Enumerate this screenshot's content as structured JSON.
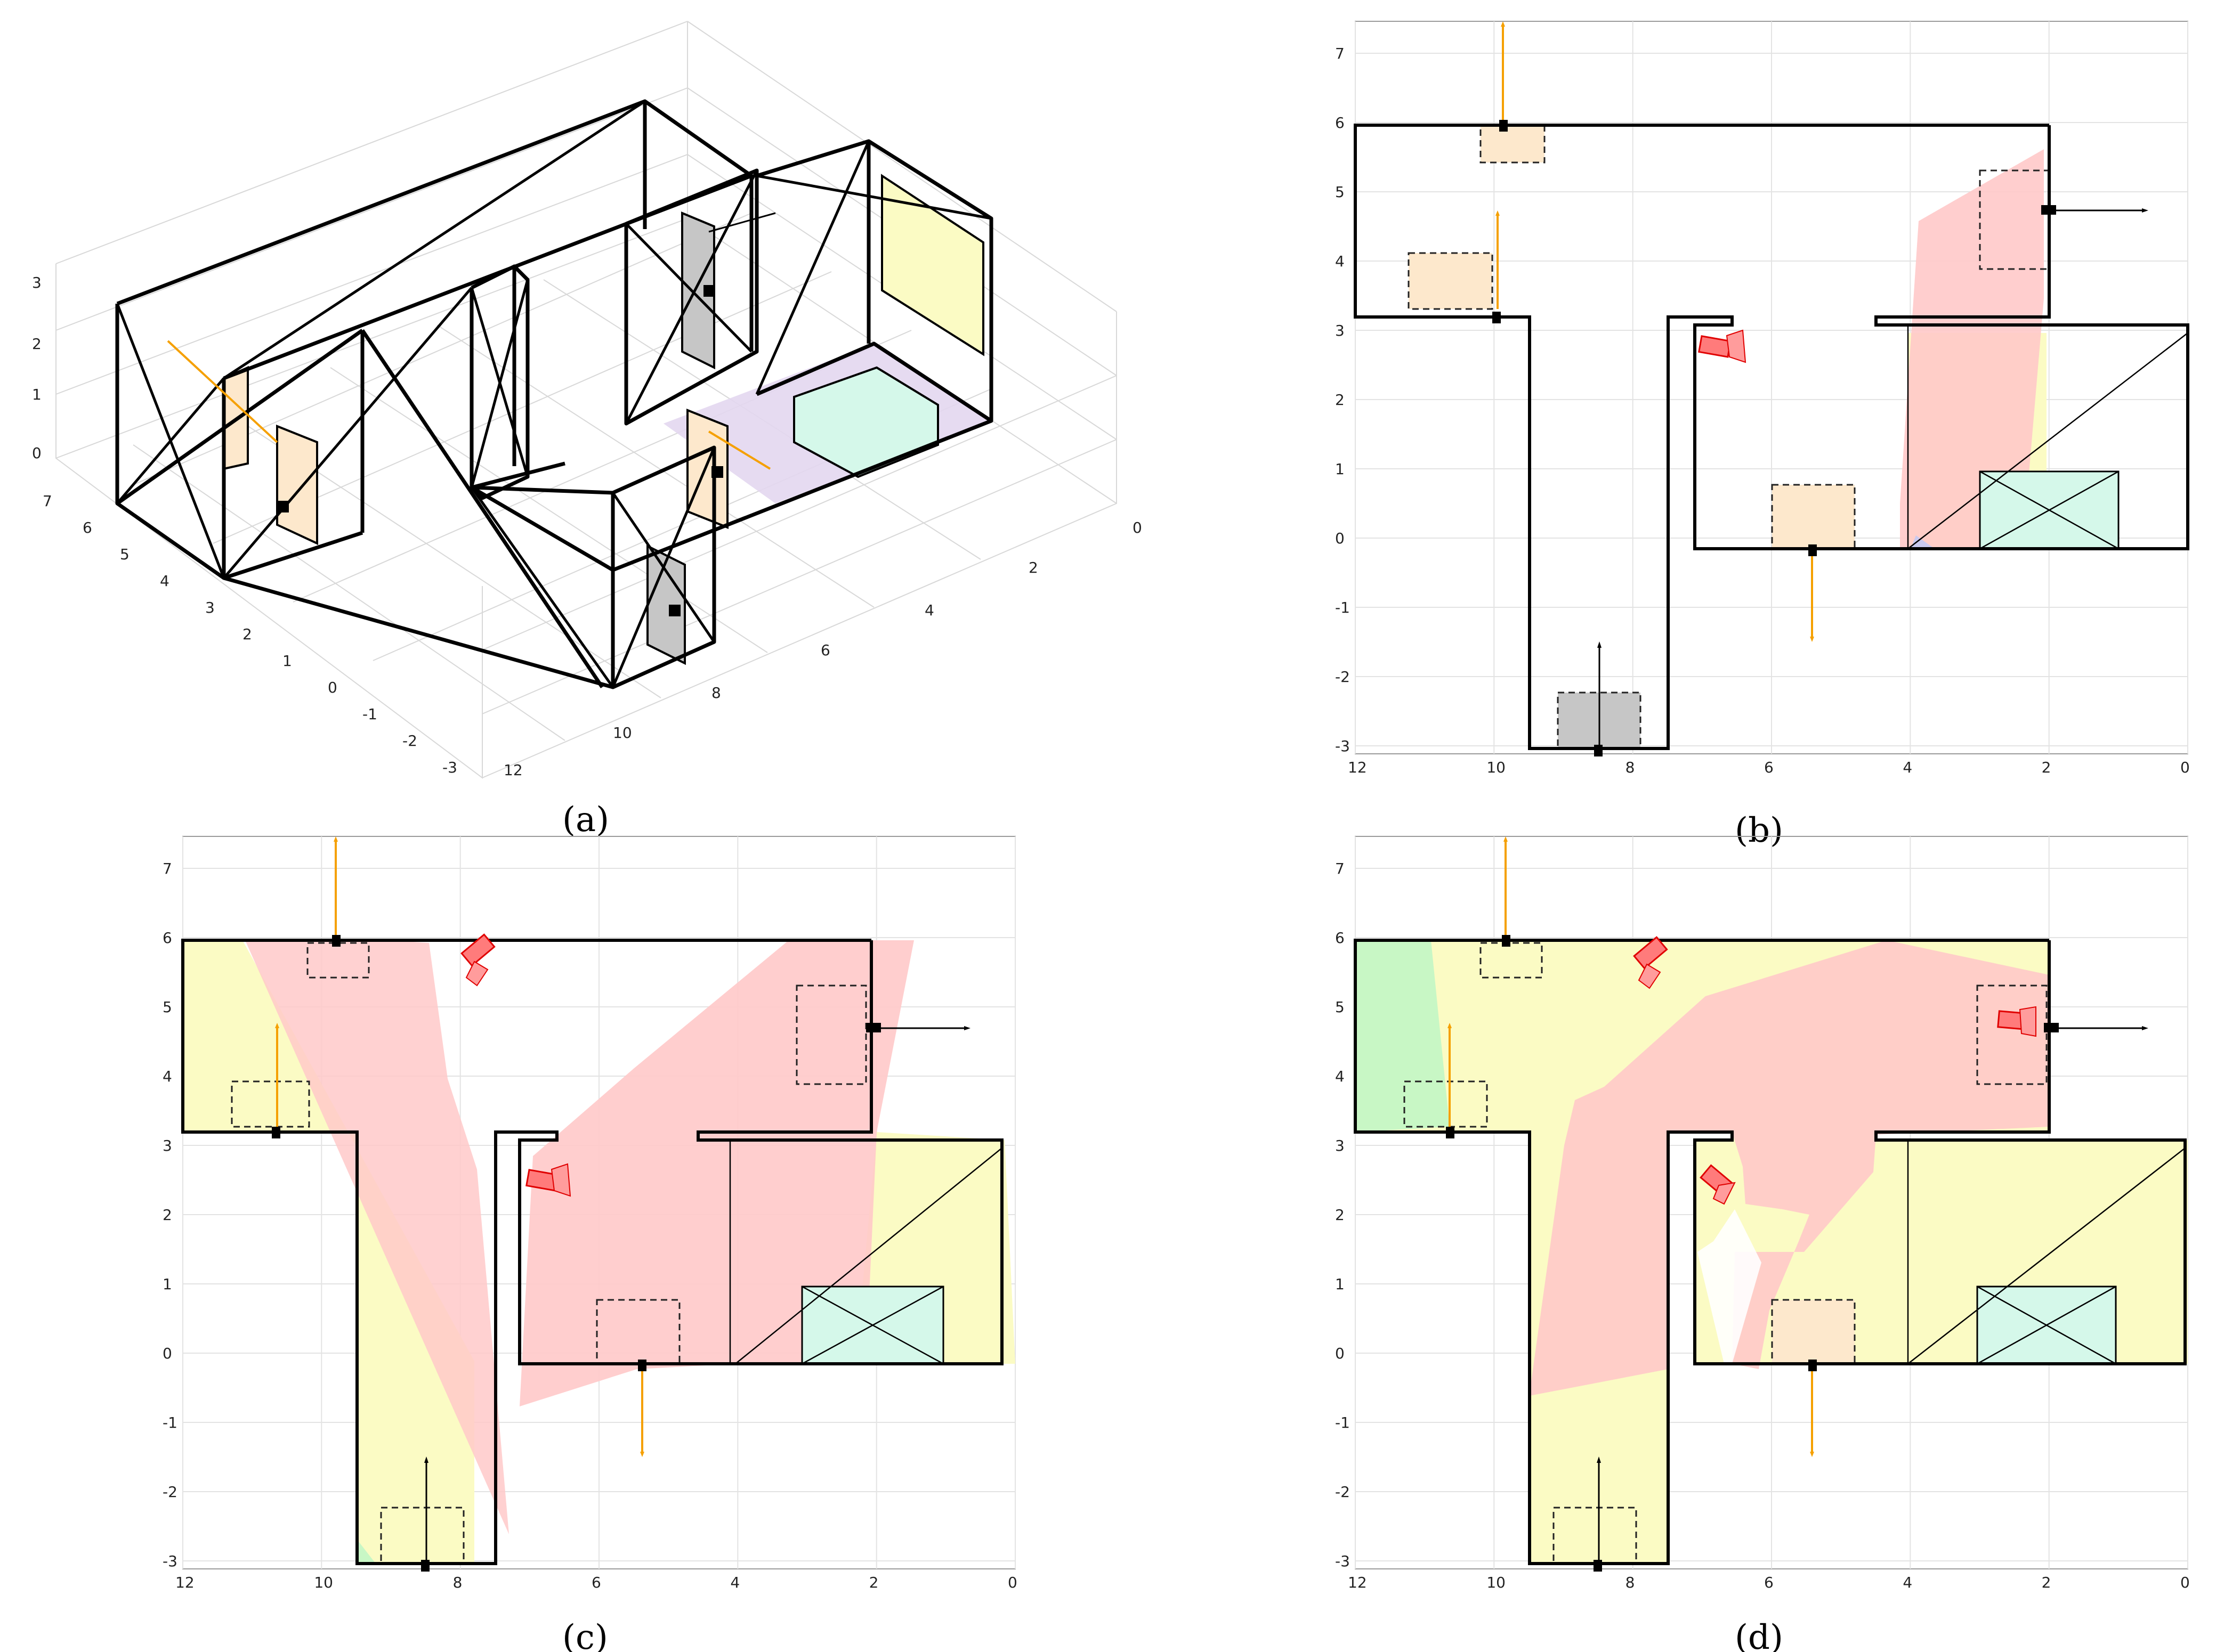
{
  "panels": [
    {
      "id": "a",
      "caption": "(a)"
    },
    {
      "id": "b",
      "caption": "(b)"
    },
    {
      "id": "c",
      "caption": "(c)"
    },
    {
      "id": "d",
      "caption": "(d)"
    }
  ],
  "plan_axes": {
    "x_ticks": [
      "12",
      "10",
      "8",
      "6",
      "4",
      "2",
      "0"
    ],
    "y_ticks": [
      "7",
      "6",
      "5",
      "4",
      "3",
      "2",
      "1",
      "0",
      "-1",
      "-2",
      "-3"
    ]
  },
  "iso_axes": {
    "z_ticks": [
      "3",
      "2",
      "1",
      "0"
    ],
    "y_ticks": [
      "7",
      "6",
      "5",
      "4",
      "3",
      "2",
      "1",
      "0",
      "-1",
      "-2",
      "-3"
    ],
    "x_ticks": [
      "12",
      "10",
      "8",
      "6",
      "4",
      "2",
      "0"
    ]
  },
  "colors": {
    "coverage_red": "#ffc9c9",
    "coverage_yellow": "#fbfbc4",
    "coverage_green": "#c8f7c5",
    "door_zone_orange": "#fde8cc",
    "door_zone_gray": "#c6c6c6",
    "obstacle_cyan": "#d5f8ea",
    "purple_floor": "#e3d7ef",
    "camera_red": "#ff7b7b",
    "arrow_orange": "#f5a000"
  }
}
